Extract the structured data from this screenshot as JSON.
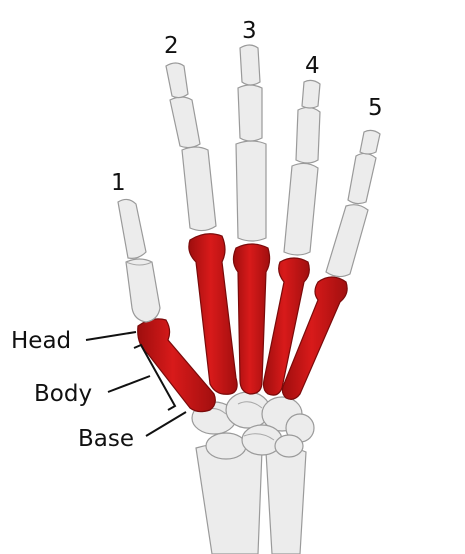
{
  "colors": {
    "metacarpal_red": "#c81414",
    "metacarpal_shade": "#9e0e0e",
    "bone": "#ececec",
    "background": "#ffffff"
  },
  "digit_numbers": [
    "1",
    "2",
    "3",
    "4",
    "5"
  ],
  "labels": {
    "head": "Head",
    "body": "Body",
    "base": "Base"
  }
}
